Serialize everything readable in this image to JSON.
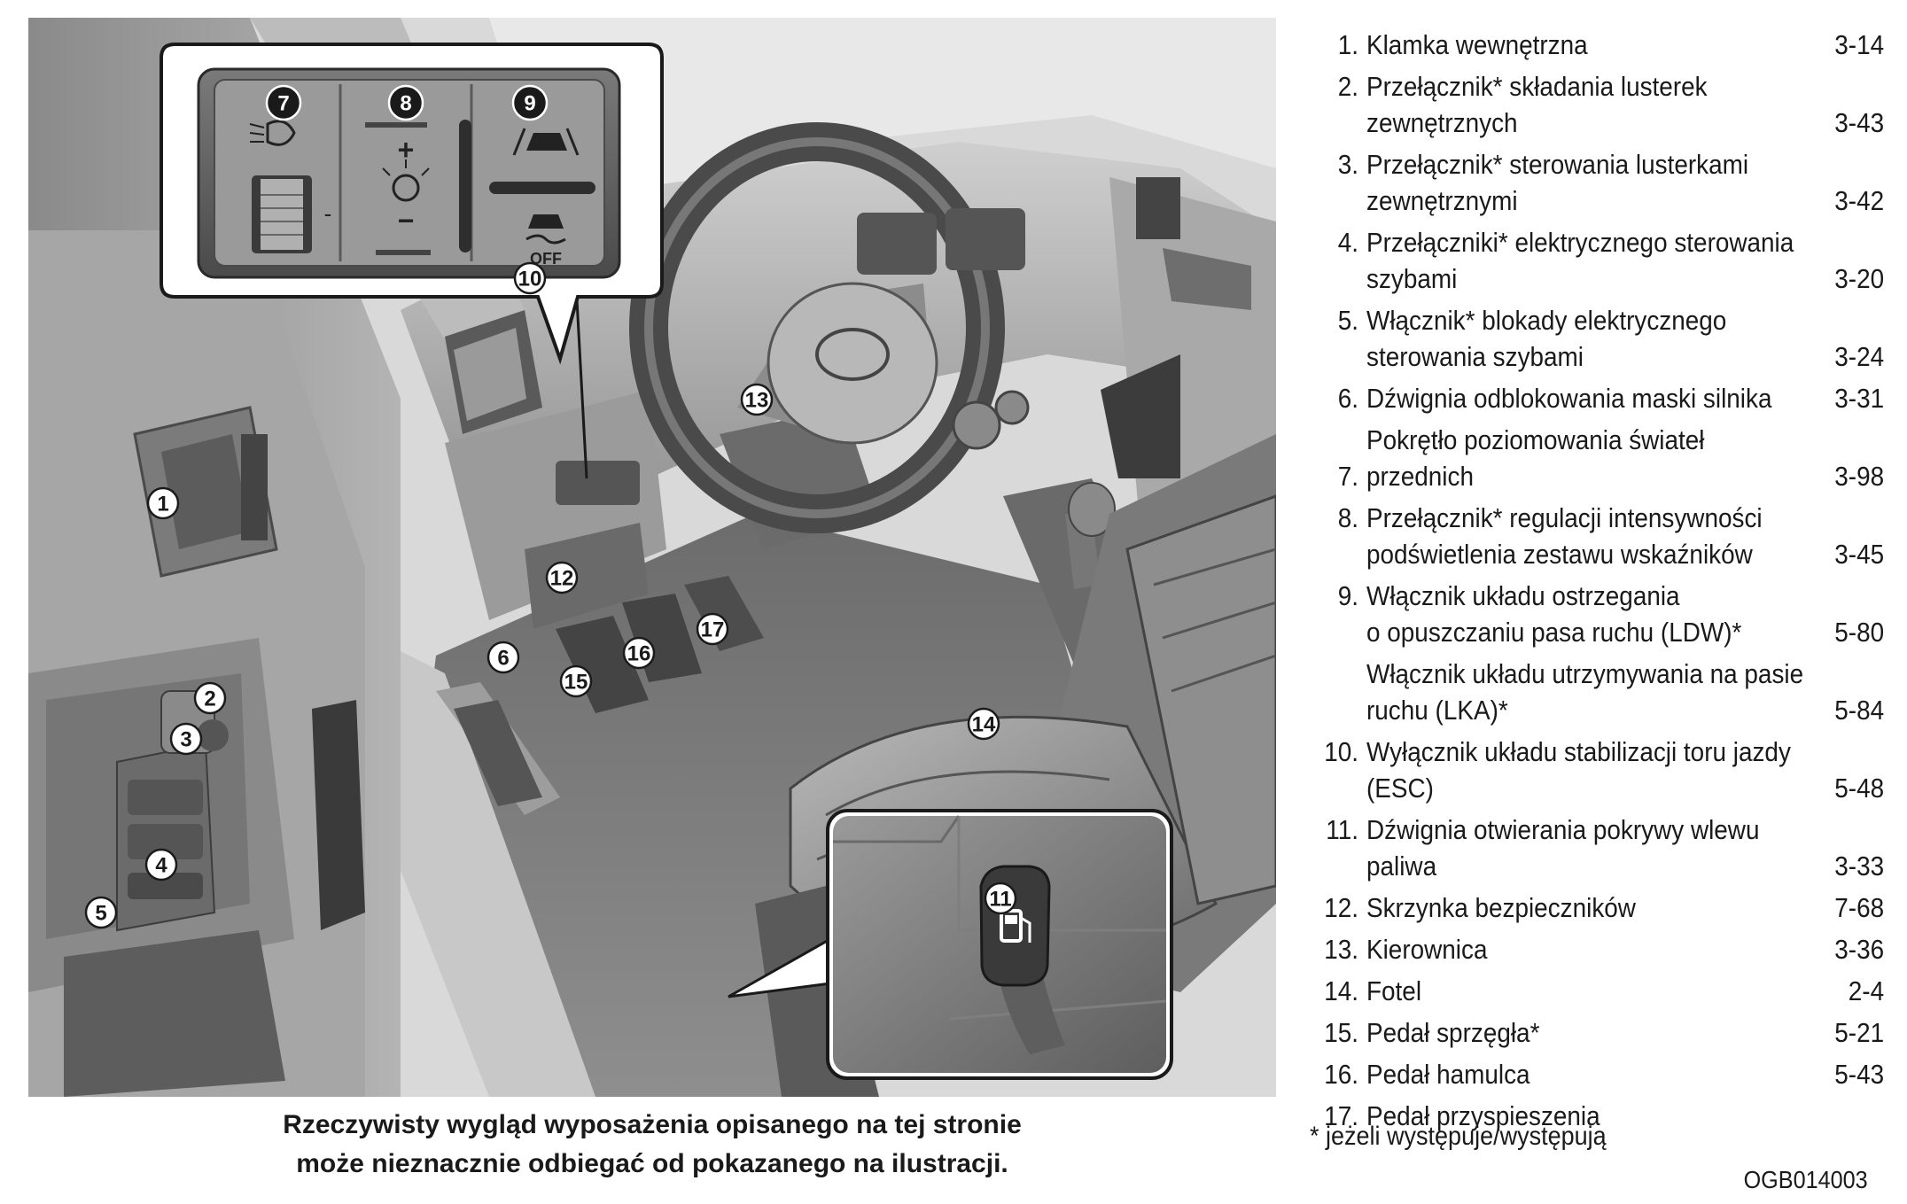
{
  "callouts": [
    "1",
    "2",
    "3",
    "4",
    "5",
    "6",
    "7",
    "8",
    "9",
    "10",
    "11",
    "12",
    "13",
    "14",
    "15",
    "16",
    "17"
  ],
  "switch_panel": {
    "plus": "+",
    "minus": "−",
    "dial_minus": "-",
    "esc_off": "OFF"
  },
  "items": [
    {
      "num": "1.",
      "lines": [
        "Klamka wewnętrzna"
      ],
      "page": "3-14"
    },
    {
      "num": "2.",
      "lines": [
        "Przełącznik* składania lusterek",
        "zewnętrznych"
      ],
      "page": "3-43"
    },
    {
      "num": "3.",
      "lines": [
        "Przełącznik* sterowania lusterkami",
        "zewnętrznymi"
      ],
      "page": "3-42"
    },
    {
      "num": "4.",
      "lines": [
        "Przełączniki* elektrycznego sterowania",
        "szybami"
      ],
      "page": "3-20"
    },
    {
      "num": "5.",
      "lines": [
        "Włącznik* blokady elektrycznego",
        "sterowania szybami"
      ],
      "page": "3-24"
    },
    {
      "num": "6.",
      "lines": [
        "Dźwignia odblokowania maski silnika"
      ],
      "page": "3-31"
    },
    {
      "num": "7.",
      "lines": [
        "Pokrętło poziomowania świateł przednich"
      ],
      "page": "3-98"
    },
    {
      "num": "8.",
      "lines": [
        "Przełącznik* regulacji intensywności",
        "podświetlenia zestawu wskaźników"
      ],
      "page": "3-45"
    },
    {
      "num": "9.",
      "lines": [
        "Włącznik układu ostrzegania",
        "o opuszczaniu pasa ruchu (LDW)*"
      ],
      "page": "5-80"
    },
    {
      "num": "",
      "lines": [
        "Włącznik układu utrzymywania na pasie",
        "ruchu (LKA)*"
      ],
      "page": "5-84"
    },
    {
      "num": "10.",
      "lines": [
        "Wyłącznik układu stabilizacji toru jazdy",
        "(ESC)"
      ],
      "page": "5-48"
    },
    {
      "num": "11.",
      "lines": [
        "Dźwignia otwierania pokrywy wlewu",
        "paliwa"
      ],
      "page": "3-33"
    },
    {
      "num": "12.",
      "lines": [
        "Skrzynka bezpieczników"
      ],
      "page": "7-68"
    },
    {
      "num": "13.",
      "lines": [
        "Kierownica"
      ],
      "page": "3-36"
    },
    {
      "num": "14.",
      "lines": [
        "Fotel"
      ],
      "page": "2-4"
    },
    {
      "num": "15.",
      "lines": [
        "Pedał sprzęgła*"
      ],
      "page": "5-21"
    },
    {
      "num": "16.",
      "lines": [
        "Pedał hamulca"
      ],
      "page": "5-43"
    },
    {
      "num": "17.",
      "lines": [
        "Pedał przyspieszenia"
      ],
      "page": ""
    }
  ],
  "caption": {
    "line1": "Rzeczywisty wygląd wyposażenia opisanego na tej stronie",
    "line2": "może nieznacznie odbiegać od pokazanego na ilustracji."
  },
  "note": "* jeżeli występuje/występują",
  "figure_code": "OGB014003"
}
